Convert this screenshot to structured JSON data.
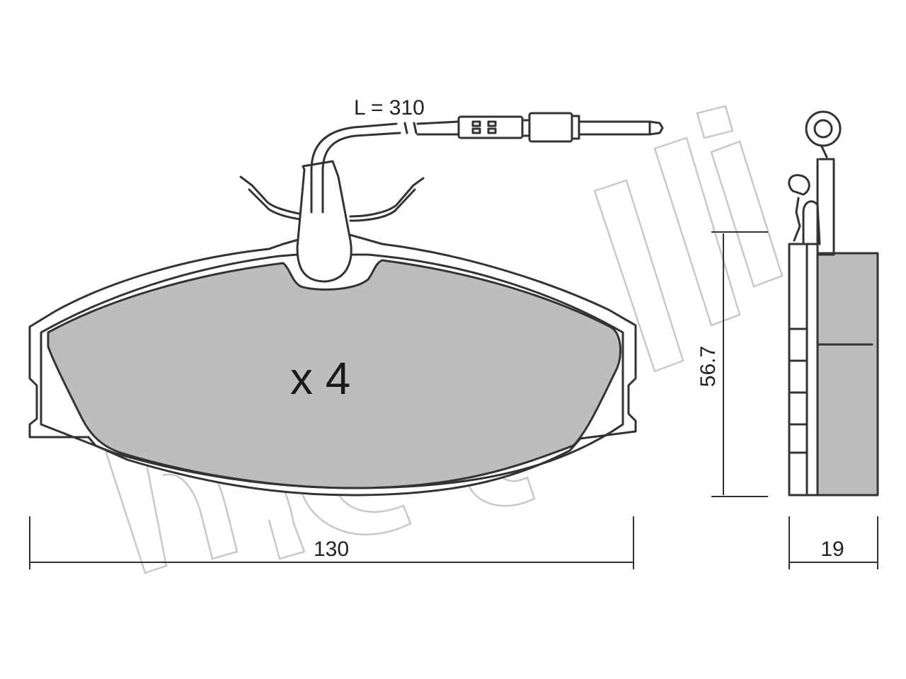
{
  "drawing": {
    "watermark": "metelli",
    "wire_length": "L = 310",
    "quantity": "x 4",
    "width": "130",
    "height": "56.7",
    "thickness": "19",
    "colors": {
      "outline": "#333333",
      "friction": "#bdbdbd",
      "backing": "#ffffff",
      "watermark": "#c8c8c8"
    }
  }
}
